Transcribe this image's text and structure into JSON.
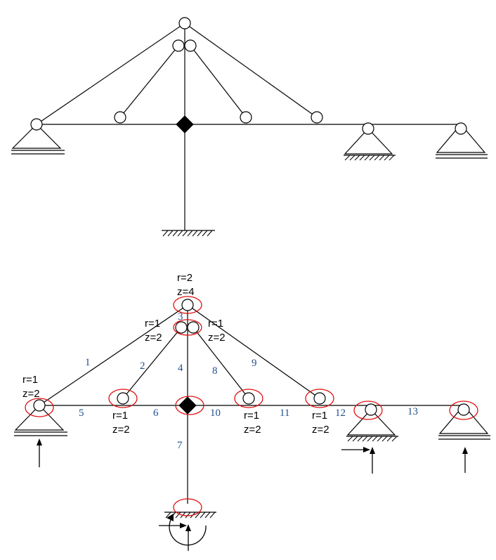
{
  "colors": {
    "line": "#000000",
    "marker": "#e01010",
    "member_number": "#1f4f8f"
  },
  "top_diagram": {
    "structure": "truss-frame with hinged members and fixed base"
  },
  "bottom_diagram": {
    "top_joint": {
      "r": "r=2",
      "z": "z=4"
    },
    "left_upper_joint": {
      "r": "r=1",
      "z": "z=2"
    },
    "right_upper_joint": {
      "r": "r=1",
      "z": "z=2"
    },
    "left_support_joint": {
      "r": "r=1",
      "z": "z=2"
    },
    "joint_a": {
      "r": "r=1",
      "z": "z=2"
    },
    "joint_b": {
      "r": "r=1",
      "z": "z=2"
    },
    "joint_c": {
      "r": "r=1",
      "z": "z=2"
    },
    "member_numbers": {
      "m1": "1",
      "m2": "2",
      "m3": "3",
      "m4": "4",
      "m5": "5",
      "m6": "6",
      "m7": "7",
      "m8": "8",
      "m9": "9",
      "m10": "10",
      "m11": "11",
      "m12": "12",
      "m13": "13"
    }
  }
}
